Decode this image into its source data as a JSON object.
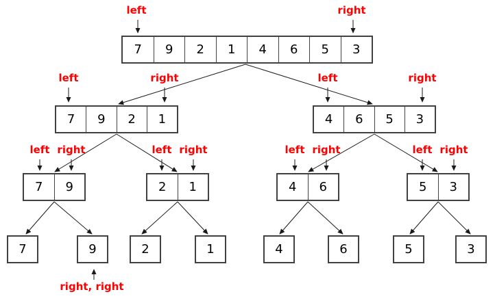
{
  "labels": {
    "left": "left",
    "right": "right",
    "bottom_note": "right, right"
  },
  "colors": {
    "pointer_red": "#ff0000",
    "box_border": "#404040",
    "arrow_black": "#1a1a1a",
    "digit_black": "#000000",
    "background": "#ffffff"
  },
  "tree": {
    "level1": {
      "cells": [
        "7",
        "9",
        "2",
        "1",
        "4",
        "6",
        "5",
        "3"
      ]
    },
    "level2": [
      {
        "cells": [
          "7",
          "9",
          "2",
          "1"
        ]
      },
      {
        "cells": [
          "4",
          "6",
          "5",
          "3"
        ]
      }
    ],
    "level3": [
      {
        "cells": [
          "7",
          "9"
        ]
      },
      {
        "cells": [
          "2",
          "1"
        ]
      },
      {
        "cells": [
          "4",
          "6"
        ]
      },
      {
        "cells": [
          "5",
          "3"
        ]
      }
    ],
    "level4": {
      "cells": [
        "7",
        "9",
        "2",
        "1",
        "4",
        "6",
        "5",
        "3"
      ]
    }
  }
}
